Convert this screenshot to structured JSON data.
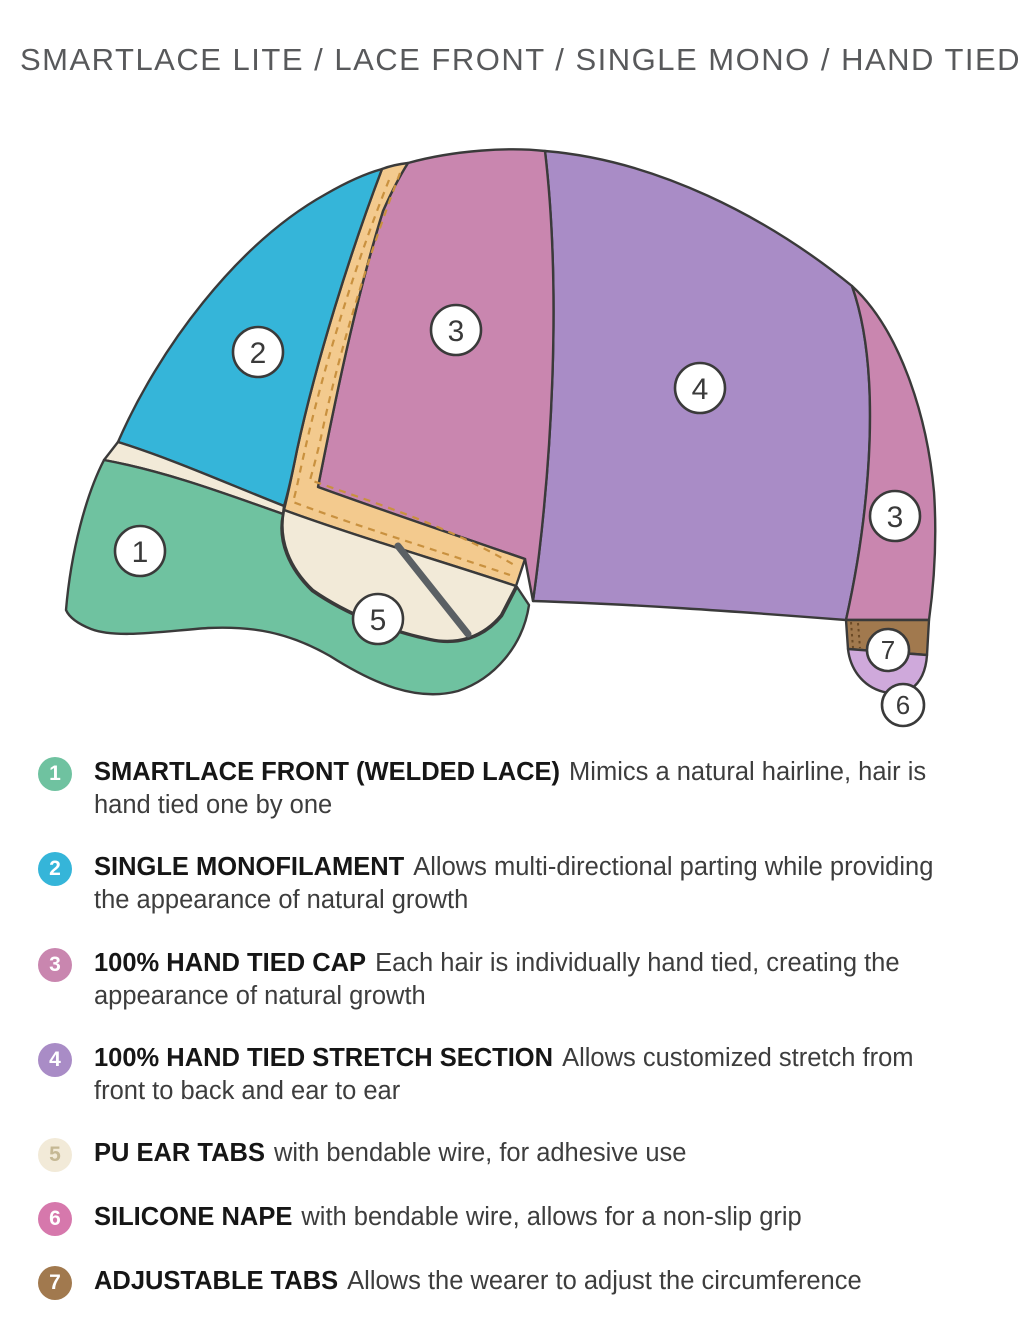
{
  "title": "SMARTLACE LITE / LACE FRONT / SINGLE MONO / HAND TIED",
  "colors": {
    "title": "#58595b",
    "outline": "#3a3a3a",
    "band": "#f3ca8e",
    "stitch": "#c9913f",
    "wire": "#5b6064",
    "tab_dots": "#6b4a26",
    "regions": {
      "smartlace_front": "#6fc2a0",
      "single_monofilament": "#35b5d9",
      "hand_tied_cap": "#c986af",
      "stretch_section": "#a98cc6",
      "pu_ear_tab": "#f2ead8",
      "silicone_nape": "#cfa9db",
      "adjustable_tab": "#a1794e"
    }
  },
  "badges": [
    {
      "num": "2"
    },
    {
      "num": "3"
    },
    {
      "num": "4"
    },
    {
      "num": "3"
    },
    {
      "num": "1"
    },
    {
      "num": "5"
    },
    {
      "num": "7"
    },
    {
      "num": "6"
    }
  ],
  "legend": [
    {
      "num": "1",
      "color": "#6fc2a0",
      "num_color": "#ffffff",
      "label": "SMARTLACE FRONT (WELDED LACE)",
      "description": "Mimics a natural hairline, hair is hand tied one by one"
    },
    {
      "num": "2",
      "color": "#35b5d9",
      "num_color": "#ffffff",
      "label": "SINGLE MONOFILAMENT",
      "description": "Allows multi-directional parting while providing the appearance of natural growth"
    },
    {
      "num": "3",
      "color": "#c986af",
      "num_color": "#ffffff",
      "label": "100% HAND TIED CAP",
      "description": "Each hair is individually hand tied, creating the appearance of natural growth"
    },
    {
      "num": "4",
      "color": "#a98cc6",
      "num_color": "#ffffff",
      "label": "100% HAND TIED STRETCH SECTION",
      "description": "Allows customized stretch from front to back and ear to ear"
    },
    {
      "num": "5",
      "color": "#f2ead8",
      "num_color": "#c5b894",
      "label": "PU EAR TABS",
      "description": "with bendable wire, for adhesive use"
    },
    {
      "num": "6",
      "color": "#d678ac",
      "num_color": "#ffffff",
      "label": "SILICONE NAPE",
      "description": "with bendable wire, allows for a non-slip grip"
    },
    {
      "num": "7",
      "color": "#a1794e",
      "num_color": "#ffffff",
      "label": "ADJUSTABLE TABS",
      "description": "Allows the wearer to adjust the circumference"
    }
  ]
}
